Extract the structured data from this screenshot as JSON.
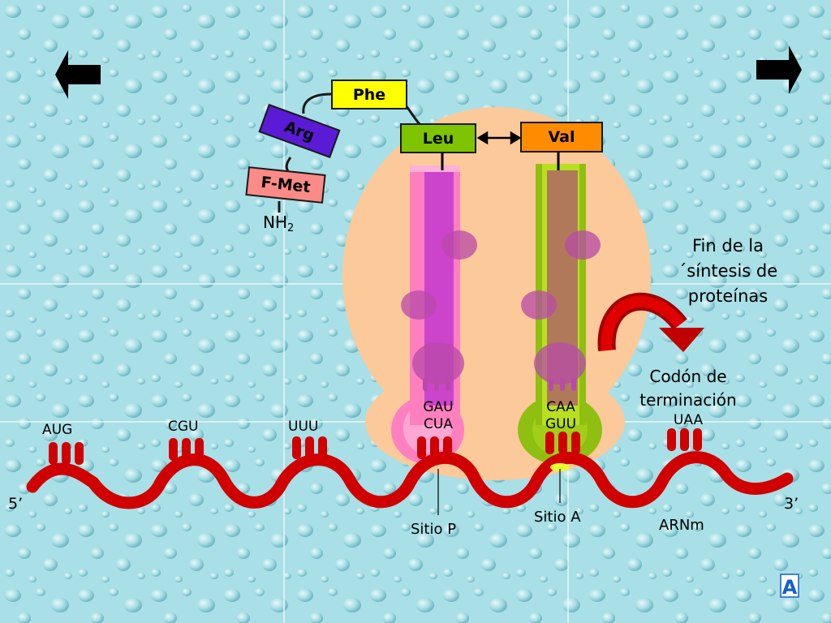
{
  "amino_acids": {
    "phe": "Phe",
    "arg": "Arg",
    "fmet": "F-Met",
    "leu": "Leu",
    "val": "Val",
    "nh2_main": "NH",
    "nh2_sub": "2"
  },
  "codons": {
    "aug": "AUG",
    "cgu": "CGU",
    "uuu": "UUU",
    "uaa": "UAA"
  },
  "trna_p": {
    "codon": "GAU",
    "anticodon": "CUA"
  },
  "trna_a": {
    "codon": "CAA",
    "anticodon": "GUU"
  },
  "ends": {
    "five": "5’",
    "three": "3’"
  },
  "sites": {
    "p": "Sitio P",
    "a": "Sitio A"
  },
  "mrna_label": "ARNm",
  "end_text": {
    "line1": "Fin de la",
    "line2": "´síntesis de",
    "line3": "proteínas"
  },
  "stop_text": {
    "line1": "Codón de",
    "line2": "terminación"
  },
  "colors": {
    "background": "#a9dfe6",
    "mrna": "#d00000",
    "ribosome": "#fcc99a",
    "phe": "#ffff00",
    "arg": "#5b1ad6",
    "fmet": "#fb8b86",
    "leu": "#7ec400",
    "val": "#ff8c00",
    "trna_p": "#ff7fbf",
    "trna_a": "#8fbf10"
  },
  "icons": {
    "back": "left-arrow-icon",
    "forward": "right-arrow-icon",
    "logo": "a-logo-icon"
  }
}
